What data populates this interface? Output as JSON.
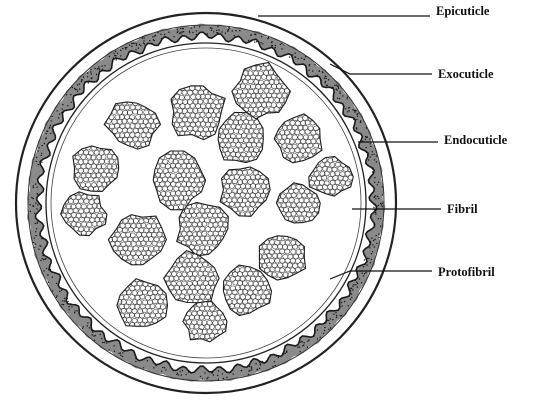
{
  "labels": {
    "epicuticle": "Epicuticle",
    "exocuticle": "Exocuticle",
    "endocuticle": "Endocuticle",
    "fibril": "Fibril",
    "protofibril": "Protofibril"
  }
}
